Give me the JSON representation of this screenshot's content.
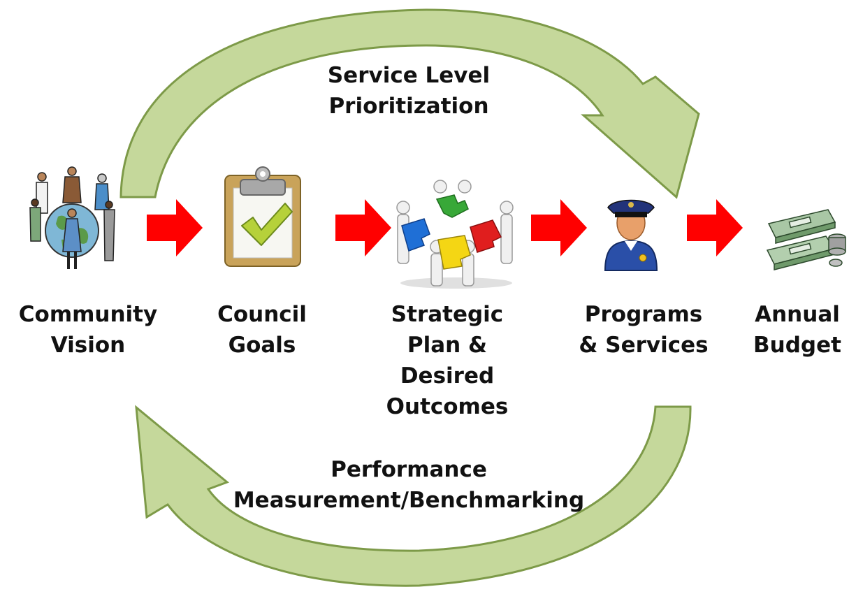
{
  "top_cycle": {
    "line1": "Service Level",
    "line2": "Prioritization"
  },
  "bottom_cycle": {
    "line1": "Performance",
    "line2": "Measurement/Benchmarking"
  },
  "stages": [
    {
      "line1": "Community",
      "line2": "Vision"
    },
    {
      "line1": "Council",
      "line2": "Goals"
    },
    {
      "line1": "Strategic",
      "line2": "Plan &",
      "line3": "Desired",
      "line4": "Outcomes"
    },
    {
      "line1": "Programs",
      "line2": "& Services"
    },
    {
      "line1": "Annual",
      "line2": "Budget"
    }
  ],
  "icons": [
    "people-around-globe-icon",
    "clipboard-checkmark-icon",
    "puzzle-team-icon",
    "police-officer-icon",
    "money-stacks-icon"
  ],
  "colors": {
    "cycle_fill": "#c5d89b",
    "cycle_stroke": "#7d9a48",
    "flow_arrow": "#ff0000",
    "text": "#111111"
  }
}
